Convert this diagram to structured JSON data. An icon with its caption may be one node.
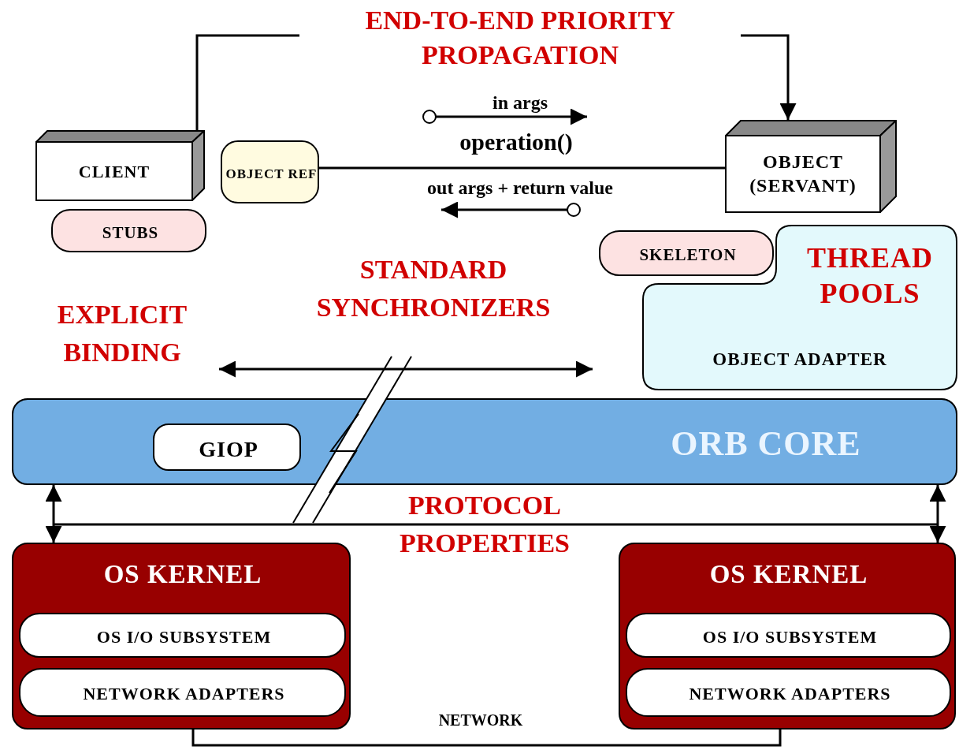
{
  "diagram": {
    "nodes": [
      {
        "text": [
          "CLIENT"
        ]
      },
      {
        "text": [
          "OBJECT REF"
        ]
      },
      {
        "text": [
          "OBJECT (SERVANT)"
        ]
      },
      {
        "text": [
          "STUBS"
        ]
      },
      {
        "text": [
          "SKELETON"
        ]
      },
      {
        "text": [
          "THREAD POOLS",
          "OBJECT ADAPTER"
        ]
      },
      {
        "text": [
          "ORB CORE"
        ]
      },
      {
        "text": [
          "GIOP"
        ],
        "in": 6
      },
      {
        "text": [
          "OS KERNEL"
        ]
      },
      {
        "text": [
          "OS I/O SUBSYSTEM"
        ],
        "in": 8
      },
      {
        "text": [
          "NETWORK ADAPTERS"
        ],
        "in": 8
      },
      {
        "text": [
          "OS KERNEL"
        ]
      },
      {
        "text": [
          "OS I/O SUBSYSTEM"
        ],
        "in": 11
      },
      {
        "text": [
          "NETWORK ADAPTERS"
        ],
        "in": 11
      }
    ],
    "edges": [
      {
        "from": 0,
        "to": 2,
        "arrow": "to",
        "label": "END-TO-END PRIORITY PROPAGATION"
      },
      {
        "from": 1,
        "to": 2,
        "arrow": "none",
        "label": "operation()"
      },
      {
        "from": 6,
        "to": 8,
        "arrow": "both"
      },
      {
        "from": 6,
        "to": 11,
        "arrow": "both"
      },
      {
        "from": 8,
        "to": 11,
        "arrow": "none",
        "label": "NETWORK"
      }
    ],
    "labels": [
      "in args",
      "out args + return value",
      "STANDARD SYNCHRONIZERS",
      "EXPLICIT BINDING",
      "PROTOCOL PROPERTIES"
    ]
  }
}
